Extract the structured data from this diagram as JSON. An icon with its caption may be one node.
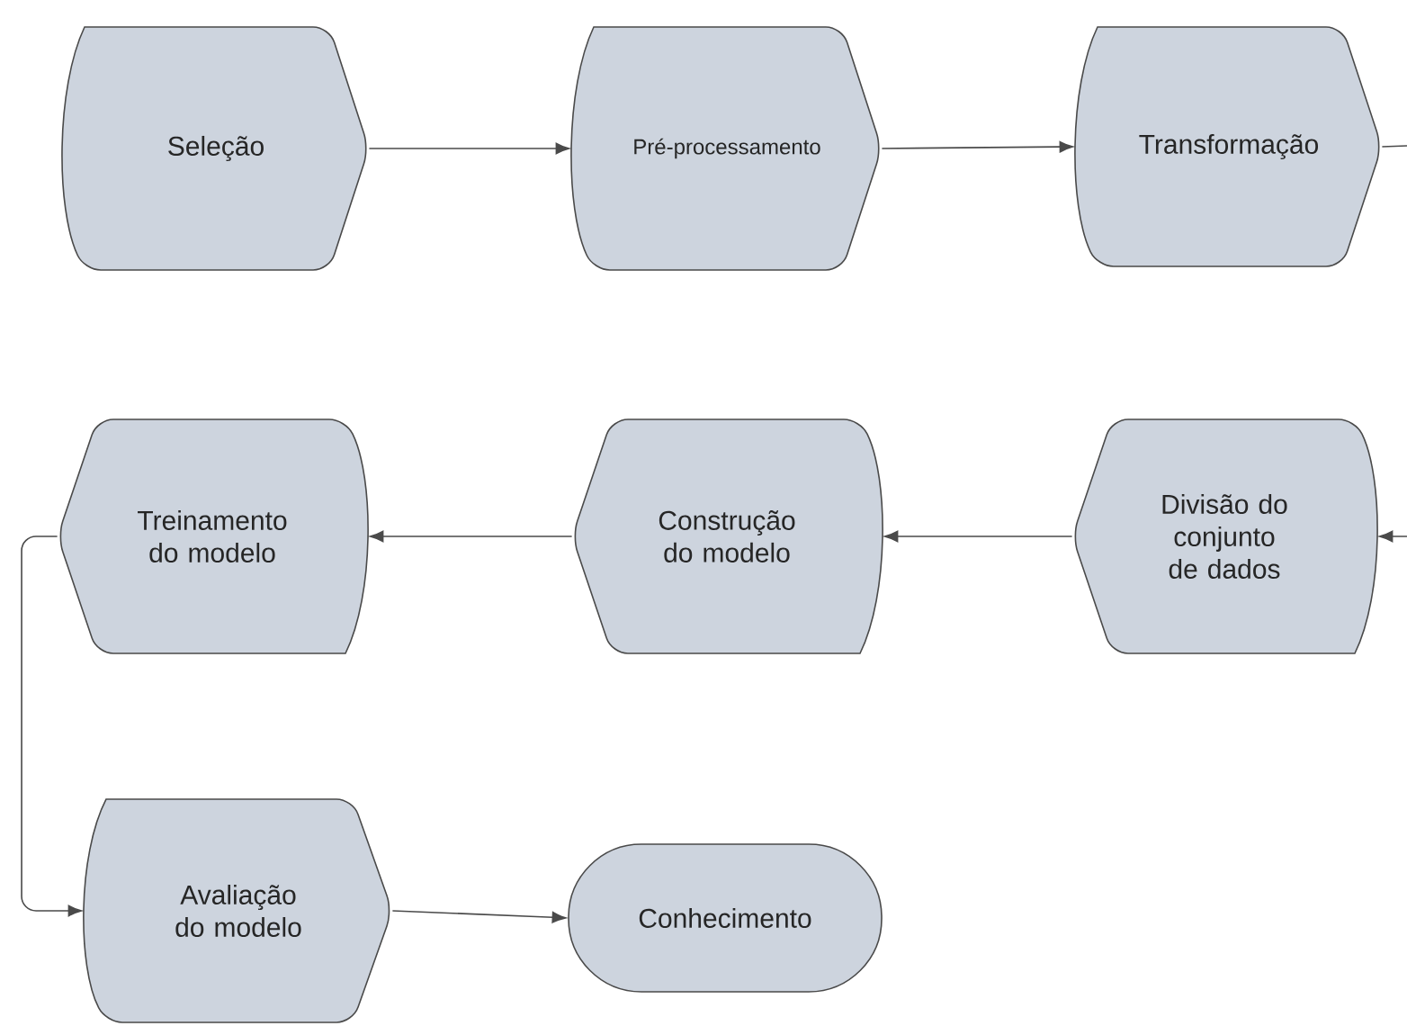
{
  "diagram": {
    "nodes": [
      {
        "text": [
          "Seleção"
        ]
      },
      {
        "text": [
          "Pré-processamento"
        ]
      },
      {
        "text": [
          "Transformação"
        ]
      },
      {
        "text": [
          "Divisão do conjunto de dados"
        ]
      },
      {
        "text": [
          "Construção do modelo"
        ]
      },
      {
        "text": [
          "Treinamento do modelo"
        ]
      },
      {
        "text": [
          "Avaliação do modelo"
        ]
      },
      {
        "text": [
          "Conhecimento"
        ]
      }
    ],
    "edges": [
      {
        "from": 0,
        "to": 1,
        "arrow": "to"
      },
      {
        "from": 1,
        "to": 2,
        "arrow": "to"
      },
      {
        "from": 2,
        "to": null,
        "arrow": "none"
      },
      {
        "from": null,
        "to": 3,
        "arrow": "to"
      },
      {
        "from": 3,
        "to": 4,
        "arrow": "to"
      },
      {
        "from": 4,
        "to": 5,
        "arrow": "to"
      },
      {
        "from": 5,
        "to": 6,
        "arrow": "to"
      },
      {
        "from": 6,
        "to": 7,
        "arrow": "to"
      }
    ]
  }
}
